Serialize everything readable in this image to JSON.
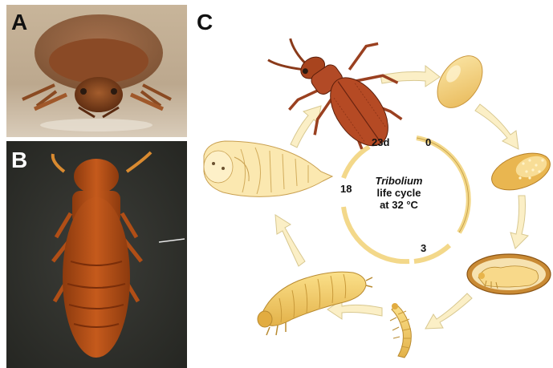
{
  "panels": {
    "a": {
      "label": "A"
    },
    "b": {
      "label": "B"
    },
    "c": {
      "label": "C"
    }
  },
  "life_cycle": {
    "genus": "Tribolium",
    "caption_line2": "life cycle",
    "caption_line3": "at 32 °C",
    "day_marks": {
      "start": "0",
      "larva": "3",
      "pupa": "18",
      "adult": "23d"
    },
    "stages": [
      "adult",
      "egg",
      "developing egg",
      "embryo",
      "young larva",
      "larva",
      "pupa"
    ]
  },
  "colors": {
    "arrow_fill": "#fbefc6",
    "arrow_stroke": "#d8c890",
    "ring": "#f3d88a",
    "adult_body": "#b24a26",
    "egg": "#f5d27e",
    "larva": "#f0c864"
  }
}
